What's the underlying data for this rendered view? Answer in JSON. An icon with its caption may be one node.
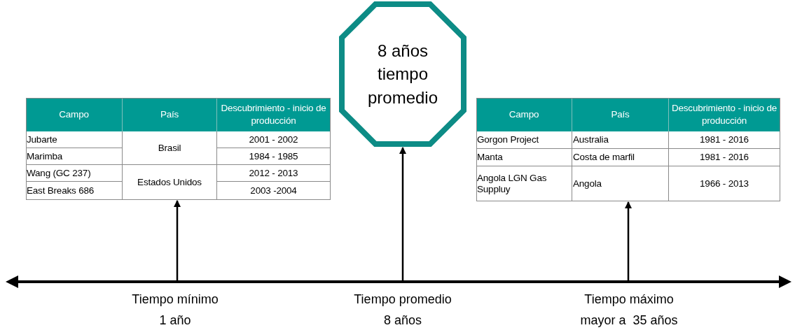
{
  "diagram": {
    "nodes": [
      {
        "text": [
          "Campo",
          "País",
          "Descubrimiento - inicio de producción",
          "Jubarte",
          "Brasil",
          "2001 - 2002",
          "Marimba",
          "1984 - 1985",
          "Wang (GC 237)",
          "Estados Unidos",
          "2012 - 2013",
          "East Breaks 686",
          "2003 -2004"
        ]
      },
      {
        "text": [
          "8 años tiempo promedio"
        ]
      },
      {
        "text": [
          "Campo",
          "País",
          "Descubrimiento - inicio de producción",
          "Gorgon Project",
          "Australia",
          "1981 - 2016",
          "Manta",
          "Costa de marfil",
          "1981 - 2016",
          "Angola LGN Gas Suppluy",
          "Angola",
          "1966 - 2013"
        ]
      }
    ],
    "edges": [
      {
        "from": null,
        "to": 0,
        "arrow": "to"
      },
      {
        "from": null,
        "to": 1,
        "arrow": "to"
      },
      {
        "from": null,
        "to": 2,
        "arrow": "to"
      }
    ],
    "labels": [
      "Tiempo mínimo",
      "1 año",
      "Tiempo promedio",
      "8 años",
      "Tiempo máximo",
      "mayor a  35 años"
    ]
  }
}
